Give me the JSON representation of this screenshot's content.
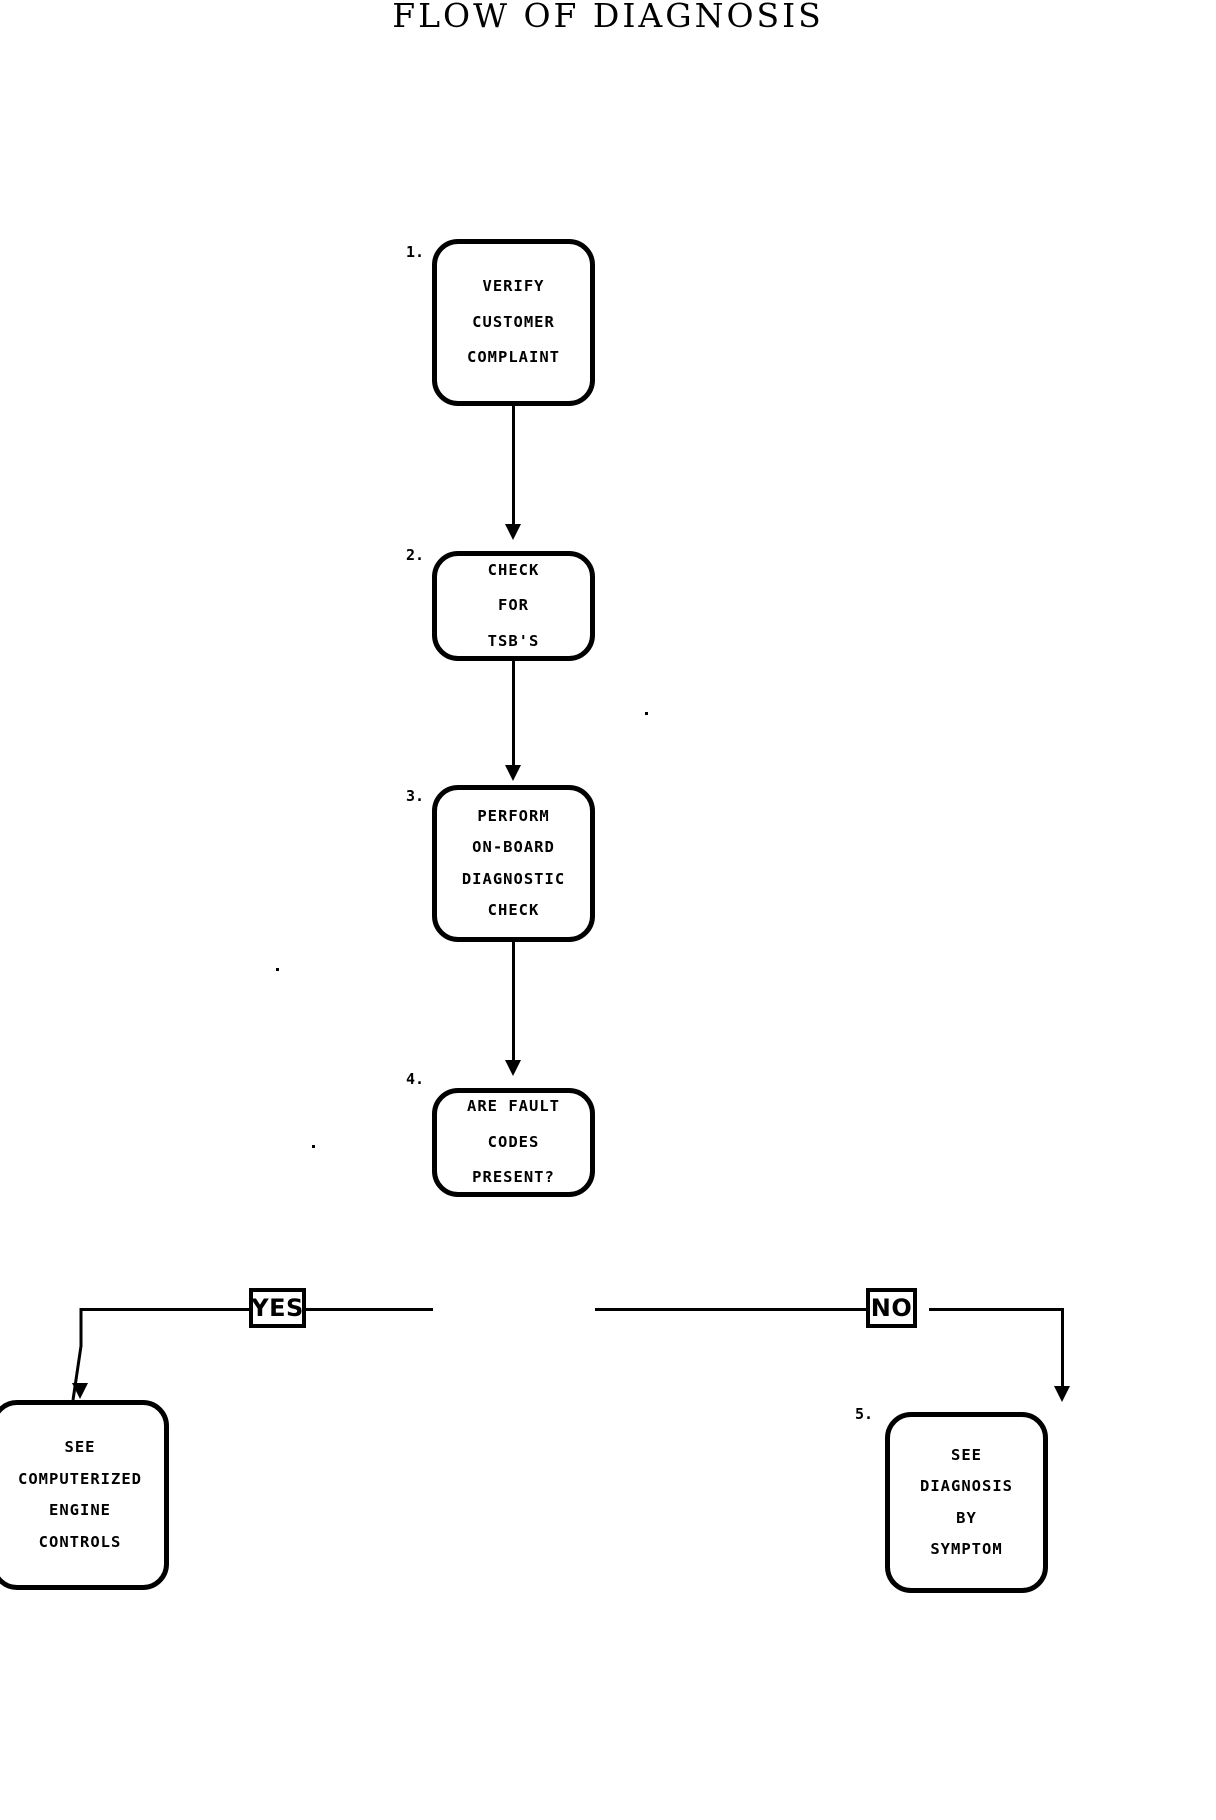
{
  "diagram": {
    "title": "FLOW OF DIAGNOSIS",
    "type": "flowchart",
    "colors": {
      "stroke": "#000000",
      "fill": "#ffffff",
      "text": "#000000"
    },
    "nodes": [
      {
        "id": "node-1",
        "number": "1.",
        "shape": "rounded-rectangle",
        "lines": [
          "VERIFY",
          "CUSTOMER",
          "COMPLAINT"
        ]
      },
      {
        "id": "node-2",
        "number": "2.",
        "shape": "rounded-rectangle",
        "lines": [
          "CHECK",
          "FOR",
          "TSB'S"
        ]
      },
      {
        "id": "node-3",
        "number": "3.",
        "shape": "rounded-rectangle",
        "lines": [
          "PERFORM",
          "ON-BOARD",
          "DIAGNOSTIC",
          "CHECK"
        ]
      },
      {
        "id": "node-4",
        "number": "4.",
        "shape": "rounded-rectangle",
        "lines": [
          "ARE FAULT",
          "CODES",
          "PRESENT?"
        ]
      },
      {
        "id": "node-5",
        "number": "5.",
        "shape": "rounded-rectangle",
        "lines": [
          "SEE",
          "DIAGNOSIS",
          "BY",
          "SYMPTOM"
        ]
      },
      {
        "id": "node-6",
        "number": "",
        "shape": "rounded-rectangle",
        "lines": [
          "SEE",
          "COMPUTERIZED",
          "ENGINE",
          "CONTROLS"
        ]
      }
    ],
    "branch_labels": {
      "yes": "YES",
      "no": "NO"
    },
    "edges": [
      {
        "from": "node-1",
        "to": "node-2",
        "label": ""
      },
      {
        "from": "node-2",
        "to": "node-3",
        "label": ""
      },
      {
        "from": "node-3",
        "to": "node-4",
        "label": ""
      },
      {
        "from": "node-4",
        "to": "node-6",
        "label": "YES"
      },
      {
        "from": "node-4",
        "to": "node-5",
        "label": "NO"
      }
    ]
  }
}
